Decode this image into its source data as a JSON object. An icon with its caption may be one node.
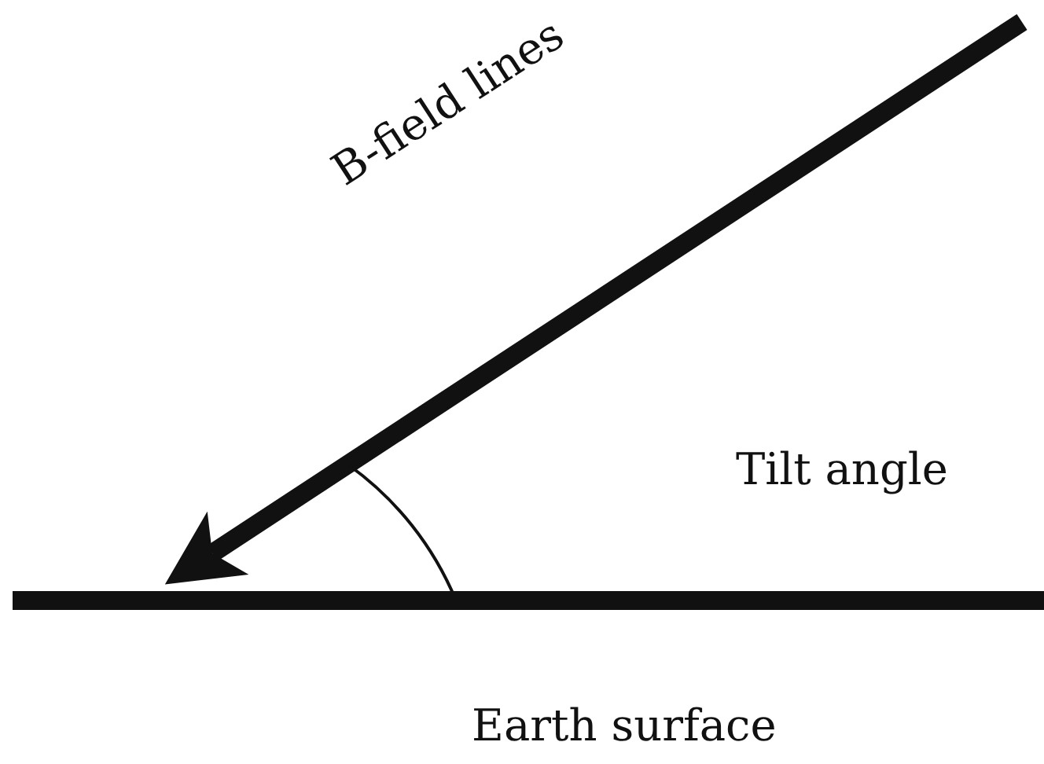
{
  "diagram": {
    "labels": [
      "B-field lines",
      "Tilt angle",
      "Earth surface"
    ]
  }
}
